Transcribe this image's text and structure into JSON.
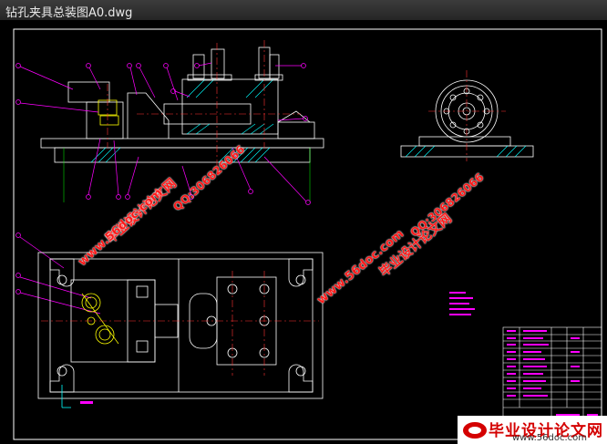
{
  "window": {
    "title": "钻孔夹具总装图A0.dwg"
  },
  "watermarks": [
    {
      "text": "毕业设计论文网",
      "kind": "site-name"
    },
    {
      "text": "QQ:306826066",
      "kind": "qq"
    },
    {
      "text": "www.56doc.com",
      "kind": "url"
    },
    {
      "text": "QQ:306826066",
      "kind": "qq"
    },
    {
      "text": "www.56doc.com",
      "kind": "url"
    },
    {
      "text": "毕业设计论文网",
      "kind": "site-name"
    }
  ],
  "logo": {
    "title": "毕业设计论文网",
    "url": "www.56doc.com"
  },
  "colors": {
    "background": "#000000",
    "frame": "#ffffff",
    "callout": "#ff00ff",
    "centerline": "#ff3333",
    "hatch": "#00ffff",
    "dimension": "#00ff00",
    "watermark": "#ff1a1a"
  }
}
